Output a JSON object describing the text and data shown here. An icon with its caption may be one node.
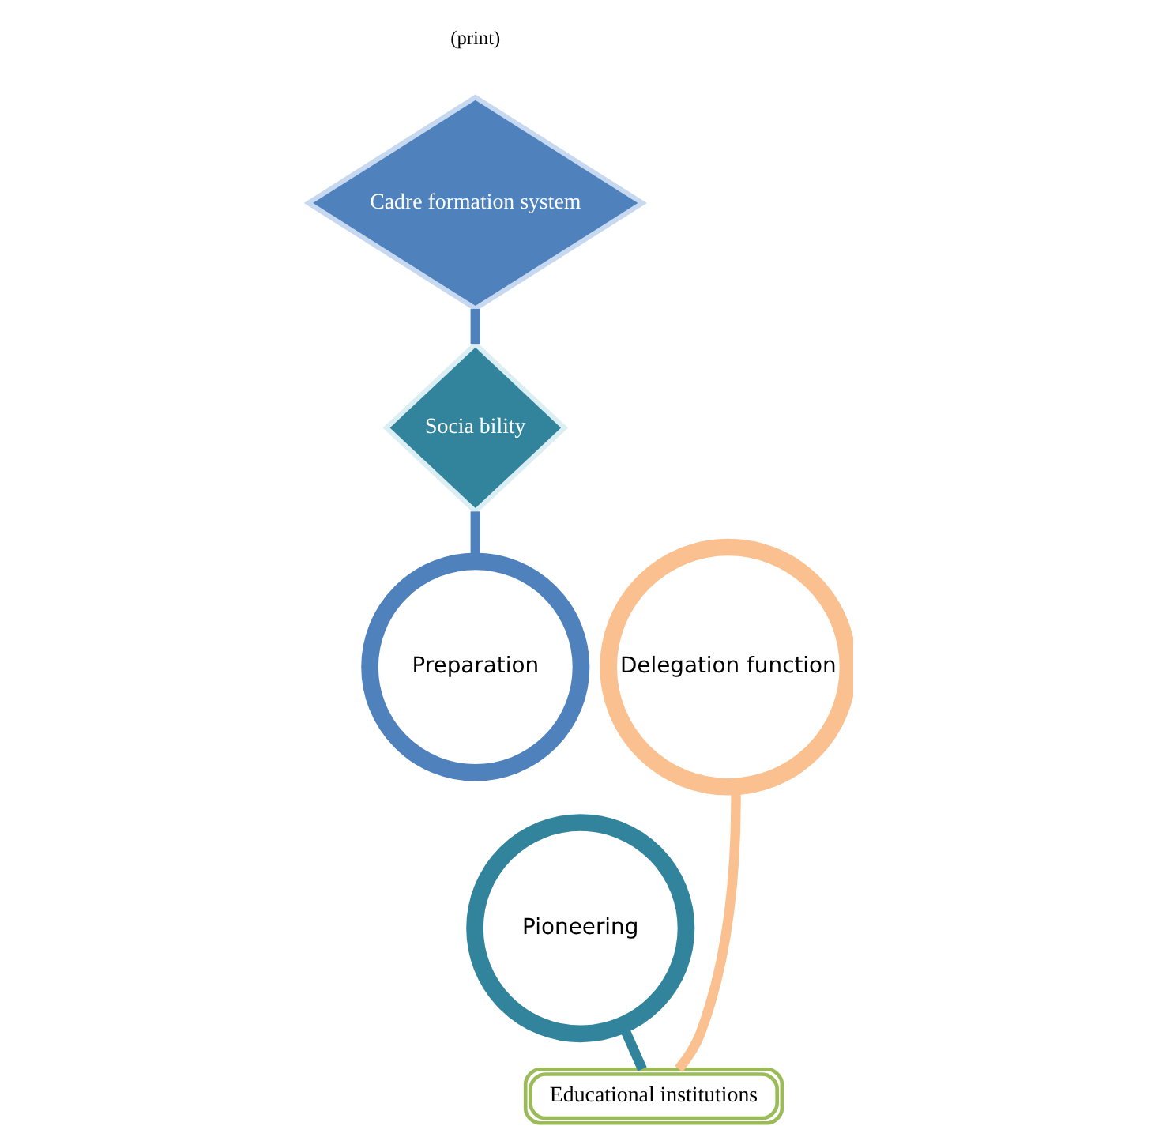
{
  "diagram": {
    "nodes": [
      {
        "text": [
          "Cadre formation system"
        ]
      },
      {
        "text": [
          "Socia bility"
        ]
      },
      {
        "text": [
          "Preparation"
        ]
      },
      {
        "text": [
          "Delegation function"
        ]
      },
      {
        "text": [
          "Pioneering"
        ]
      },
      {
        "text": [
          "Educational institutions"
        ]
      }
    ],
    "edges": [
      {
        "from": 0,
        "to": 1,
        "arrow": "none"
      },
      {
        "from": 1,
        "to": 2,
        "arrow": "none"
      },
      {
        "from": 4,
        "to": 5,
        "arrow": "none",
        "color": "#31849b"
      },
      {
        "from": 3,
        "to": 5,
        "arrow": "none",
        "color": "#fac08f"
      }
    ],
    "labels": [
      "(print)"
    ]
  }
}
